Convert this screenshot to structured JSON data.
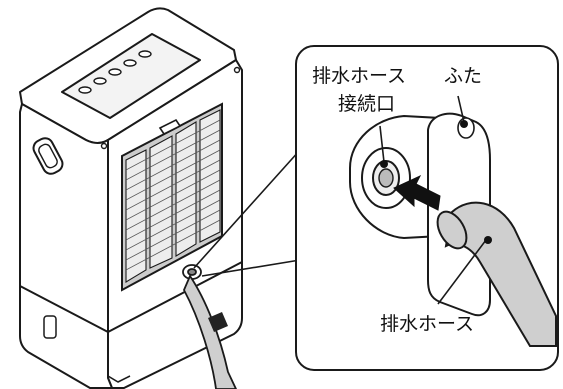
{
  "labels": {
    "drain_port_line1": "排水ホース",
    "drain_port_line2": "接続口",
    "cap": "ふた",
    "drain_hose": "排水ホース"
  },
  "colors": {
    "outline": "#1a1a1a",
    "body_fill": "#ffffff",
    "grille_fill": "#cccccc",
    "hose_fill": "#cfcfcf",
    "arrow_fill": "#111111"
  },
  "icons": {
    "insert_arrow": "arrow-left-down-icon"
  }
}
